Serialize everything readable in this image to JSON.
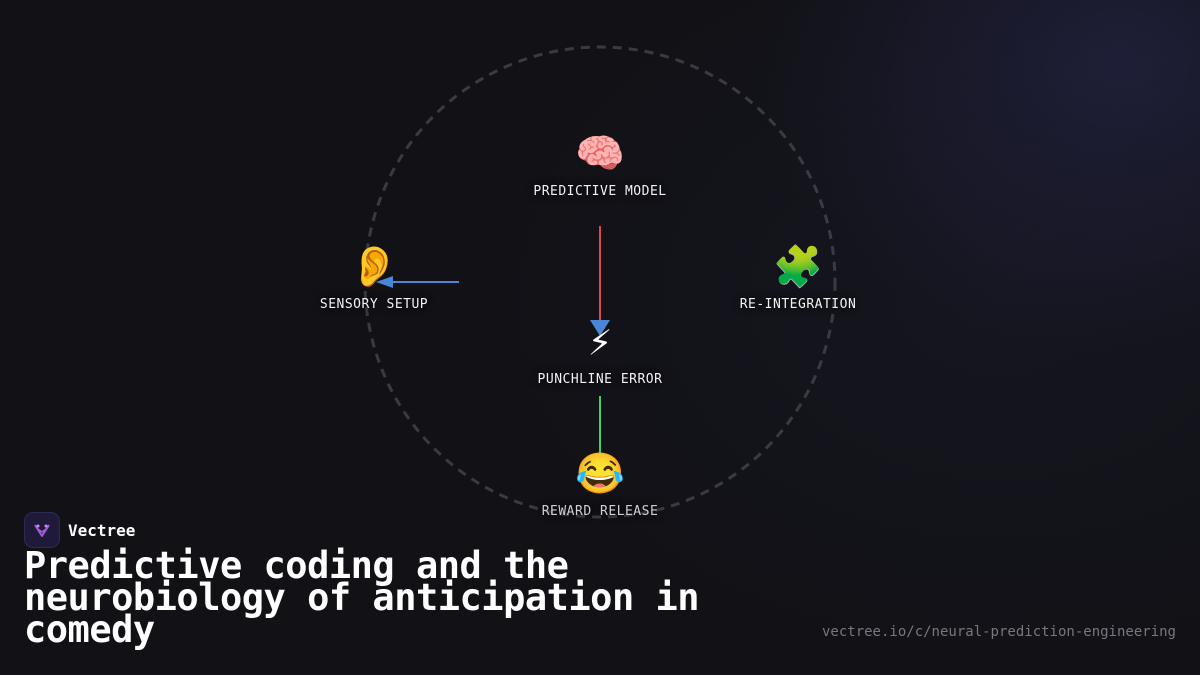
{
  "diagram": {
    "nodes": [
      {
        "id": "predictive",
        "icon": "brain-icon",
        "emoji": "🧠",
        "label": "PREDICTIVE MODEL"
      },
      {
        "id": "sensory",
        "icon": "ear-icon",
        "emoji": "👂",
        "label": "SENSORY SETUP"
      },
      {
        "id": "integration",
        "icon": "puzzle-piece-icon",
        "emoji": "🧩",
        "label": "RE-INTEGRATION"
      },
      {
        "id": "punchline",
        "icon": "lightning-icon",
        "emoji": "⚡",
        "label": "PUNCHLINE ERROR"
      },
      {
        "id": "reward",
        "icon": "laughing-face-icon",
        "emoji": "😂",
        "label": "REWARD RELEASE"
      }
    ],
    "edges": [
      {
        "from": "predictive",
        "to": "punchline",
        "color": "#e04848"
      },
      {
        "from": "punchline",
        "to": "reward",
        "color": "#3ecf6b"
      },
      {
        "from": "center",
        "to": "sensory",
        "color": "#4a86d8"
      }
    ],
    "ring_color": "#3a3a42"
  },
  "brand": {
    "name": "Vectree",
    "logo_icon": "vectree-logo-icon",
    "logo_color": "#a35ad8"
  },
  "title": "Predictive coding and the neurobiology of anticipation in comedy",
  "url": "vectree.io/c/neural-prediction-engineering"
}
